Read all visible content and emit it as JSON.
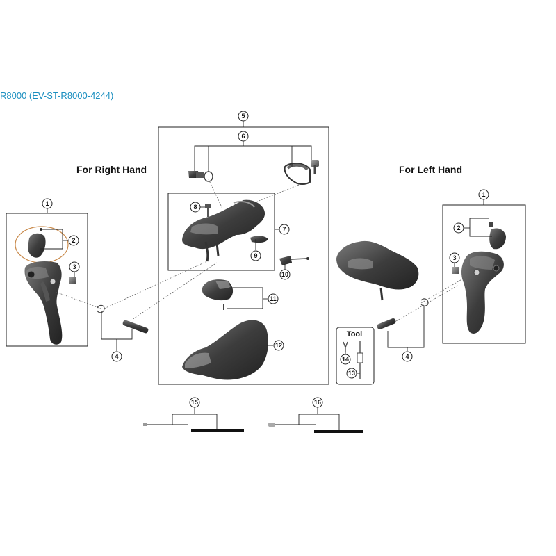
{
  "title": "R8000 (EV-ST-R8000-4244)",
  "labels": {
    "right_hand": "For Right Hand",
    "left_hand": "For Left Hand",
    "tool": "Tool"
  },
  "callouts": [
    "1",
    "2",
    "3",
    "4",
    "5",
    "6",
    "7",
    "8",
    "9",
    "10",
    "11",
    "12",
    "13",
    "14",
    "15",
    "16"
  ],
  "colors": {
    "title": "#1b8fc0",
    "part_dark": "#3a3a3a",
    "part_mid": "#6b6b6b",
    "highlight_ring": "#c98a4b"
  }
}
